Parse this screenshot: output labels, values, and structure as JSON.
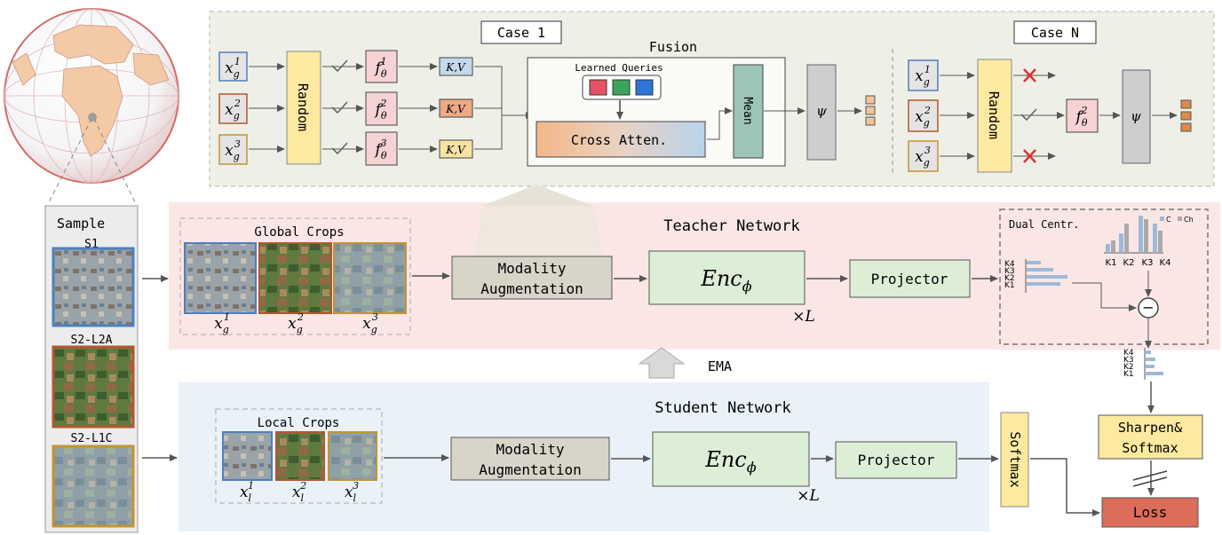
{
  "fusion_panel": {
    "case1_label": "Case 1",
    "caseN_label": "Case N",
    "fusion_label": "Fusion",
    "learned_queries_label": "Learned Queries",
    "random_label": "Random",
    "cross_atten_label": "Cross Atten.",
    "mean_label": "Mean",
    "phi_symbol": "ψ",
    "kv_label": "K,V",
    "inputs": [
      {
        "base": "x",
        "sub": "g",
        "sup": "1"
      },
      {
        "base": "x",
        "sub": "g",
        "sup": "2"
      },
      {
        "base": "x",
        "sub": "g",
        "sup": "3"
      }
    ],
    "encoders": [
      {
        "base": "f",
        "sub": "θ",
        "sup": "1"
      },
      {
        "base": "f",
        "sub": "θ",
        "sup": "2"
      },
      {
        "base": "f",
        "sub": "θ",
        "sup": "3"
      }
    ],
    "caseN_encoder": {
      "base": "f",
      "sub": "θ",
      "sup": "2"
    }
  },
  "sample_panel": {
    "title": "Sample",
    "modalities": [
      "S1",
      "S2-L2A",
      "S2-L1C"
    ]
  },
  "teacher": {
    "title": "Teacher Network",
    "global_crops_label": "Global Crops",
    "crops": [
      {
        "base": "x",
        "sub": "g",
        "sup": "1"
      },
      {
        "base": "x",
        "sub": "g",
        "sup": "2"
      },
      {
        "base": "x",
        "sub": "g",
        "sup": "3"
      }
    ],
    "modality_aug_line1": "Modality",
    "modality_aug_line2": "Augmentation",
    "encoder_base": "Enc",
    "encoder_sub": "ϕ",
    "repeat_label": "×L",
    "projector_label": "Projector"
  },
  "student": {
    "title": "Student Network",
    "local_crops_label": "Local Crops",
    "crops": [
      {
        "base": "x",
        "sub": "l",
        "sup": "1"
      },
      {
        "base": "x",
        "sub": "l",
        "sup": "2"
      },
      {
        "base": "x",
        "sub": "l",
        "sup": "3"
      }
    ],
    "modality_aug_line1": "Modality",
    "modality_aug_line2": "Augmentation",
    "encoder_base": "Enc",
    "encoder_sub": "ϕ",
    "repeat_label": "×L",
    "projector_label": "Projector",
    "softmax_label": "Softmax"
  },
  "ema_label": "EMA",
  "dual_centering": {
    "title": "Dual Centr.",
    "legend": [
      "C",
      "Ch"
    ],
    "k_labels": [
      "K1",
      "K2",
      "K3",
      "K4"
    ],
    "k_labels_vertical": [
      "K4",
      "K3",
      "K2",
      "K1"
    ],
    "minus_symbol": "−"
  },
  "sharpen_line1": "Sharpen&",
  "sharpen_line2": "Softmax",
  "loss_label": "Loss",
  "colors": {
    "fusion_bg": "#eef0e8",
    "teacher_bg": "#fbe6e6",
    "student_bg": "#eaf1f9",
    "block_green": "#dcefd6",
    "random_yellow": "#fde9a0",
    "encoder_pink": "#f7d2d2",
    "loss_red": "#dd6d5a",
    "mean_teal": "#9dc4b8",
    "gray_block": "#cfcdcd",
    "orange_token": "#e0894a"
  }
}
